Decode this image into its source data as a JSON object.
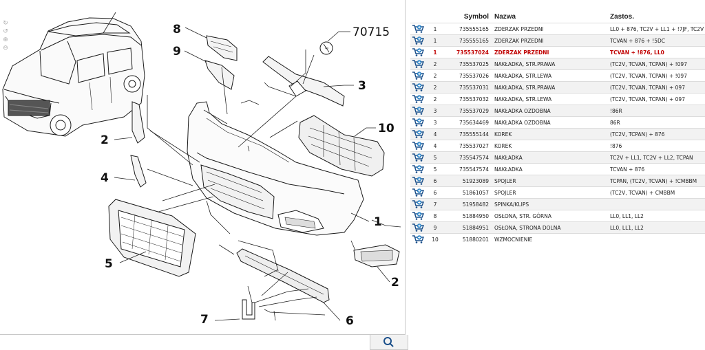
{
  "diagram": {
    "part_labels": [
      "8",
      "9",
      "70715",
      "3",
      "10",
      "2",
      "4",
      "1",
      "5",
      "2",
      "7",
      "6"
    ]
  },
  "toolbar": {
    "icons": [
      "rotate-icon",
      "rotate-icon",
      "zoom-in-icon",
      "zoom-out-icon"
    ]
  },
  "bottom_tab": {
    "icon": "search-icon"
  },
  "table": {
    "headers": {
      "symbol": "Symbol",
      "nazwa": "Nazwa",
      "zastos": "Zastos."
    },
    "rows": [
      {
        "no": "1",
        "symbol": "735555165",
        "name": "ZDERZAK PRZEDNI",
        "usage": "LL0 + 876, TC2V + LL1 + !7JF, TC2V",
        "selected": false
      },
      {
        "no": "1",
        "symbol": "735555165",
        "name": "ZDERZAK PRZEDNI",
        "usage": "TCVAN + 876 + !5DC",
        "selected": false
      },
      {
        "no": "1",
        "symbol": "735537024",
        "name": "ZDERZAK PRZEDNI",
        "usage": "TCVAN + !876, LL0",
        "selected": true
      },
      {
        "no": "2",
        "symbol": "735537025",
        "name": "NAKŁADKA, STR.PRAWA",
        "usage": "(TC2V, TCVAN, TCPAN) + !097",
        "selected": false
      },
      {
        "no": "2",
        "symbol": "735537026",
        "name": "NAKŁADKA, STR.LEWA",
        "usage": "(TC2V, TCVAN, TCPAN) + !097",
        "selected": false
      },
      {
        "no": "2",
        "symbol": "735537031",
        "name": "NAKŁADKA, STR.PRAWA",
        "usage": "(TC2V, TCVAN, TCPAN) + 097",
        "selected": false
      },
      {
        "no": "2",
        "symbol": "735537032",
        "name": "NAKŁADKA, STR.LEWA",
        "usage": "(TC2V, TCVAN, TCPAN) + 097",
        "selected": false
      },
      {
        "no": "3",
        "symbol": "735537029",
        "name": "NAKŁADKA OZDOBNA",
        "usage": "!86R",
        "selected": false
      },
      {
        "no": "3",
        "symbol": "735634469",
        "name": "NAKŁADKA OZDOBNA",
        "usage": "86R",
        "selected": false
      },
      {
        "no": "4",
        "symbol": "735555144",
        "name": "KOREK",
        "usage": "(TC2V, TCPAN) + 876",
        "selected": false
      },
      {
        "no": "4",
        "symbol": "735537027",
        "name": "KOREK",
        "usage": "!876",
        "selected": false
      },
      {
        "no": "5",
        "symbol": "735547574",
        "name": "NAKŁADKA",
        "usage": "TC2V + LL1, TC2V + LL2, TCPAN",
        "selected": false
      },
      {
        "no": "5",
        "symbol": "735547574",
        "name": "NAKŁADKA",
        "usage": "TCVAN + 876",
        "selected": false
      },
      {
        "no": "6",
        "symbol": "51923089",
        "name": "SPOJLER",
        "usage": "TCPAN, (TC2V, TCVAN) + !CMBBM",
        "selected": false
      },
      {
        "no": "6",
        "symbol": "51861057",
        "name": "SPOJLER",
        "usage": "(TC2V, TCVAN) + CMBBM",
        "selected": false
      },
      {
        "no": "7",
        "symbol": "51958482",
        "name": "SPINKA/KLIPS",
        "usage": "",
        "selected": false
      },
      {
        "no": "8",
        "symbol": "51884950",
        "name": "OSŁONA, STR. GÓRNA",
        "usage": "LL0, LL1, LL2",
        "selected": false
      },
      {
        "no": "9",
        "symbol": "51884951",
        "name": "OSŁONA, STRONA DOLNA",
        "usage": "LL0, LL1, LL2",
        "selected": false
      },
      {
        "no": "10",
        "symbol": "51880201",
        "name": "WZMOCNIENIE",
        "usage": "",
        "selected": false
      }
    ]
  },
  "colors": {
    "selected_text": "#c00000",
    "row_stripe": "#f2f2f2",
    "cart_icon": "#1a4f8a"
  }
}
